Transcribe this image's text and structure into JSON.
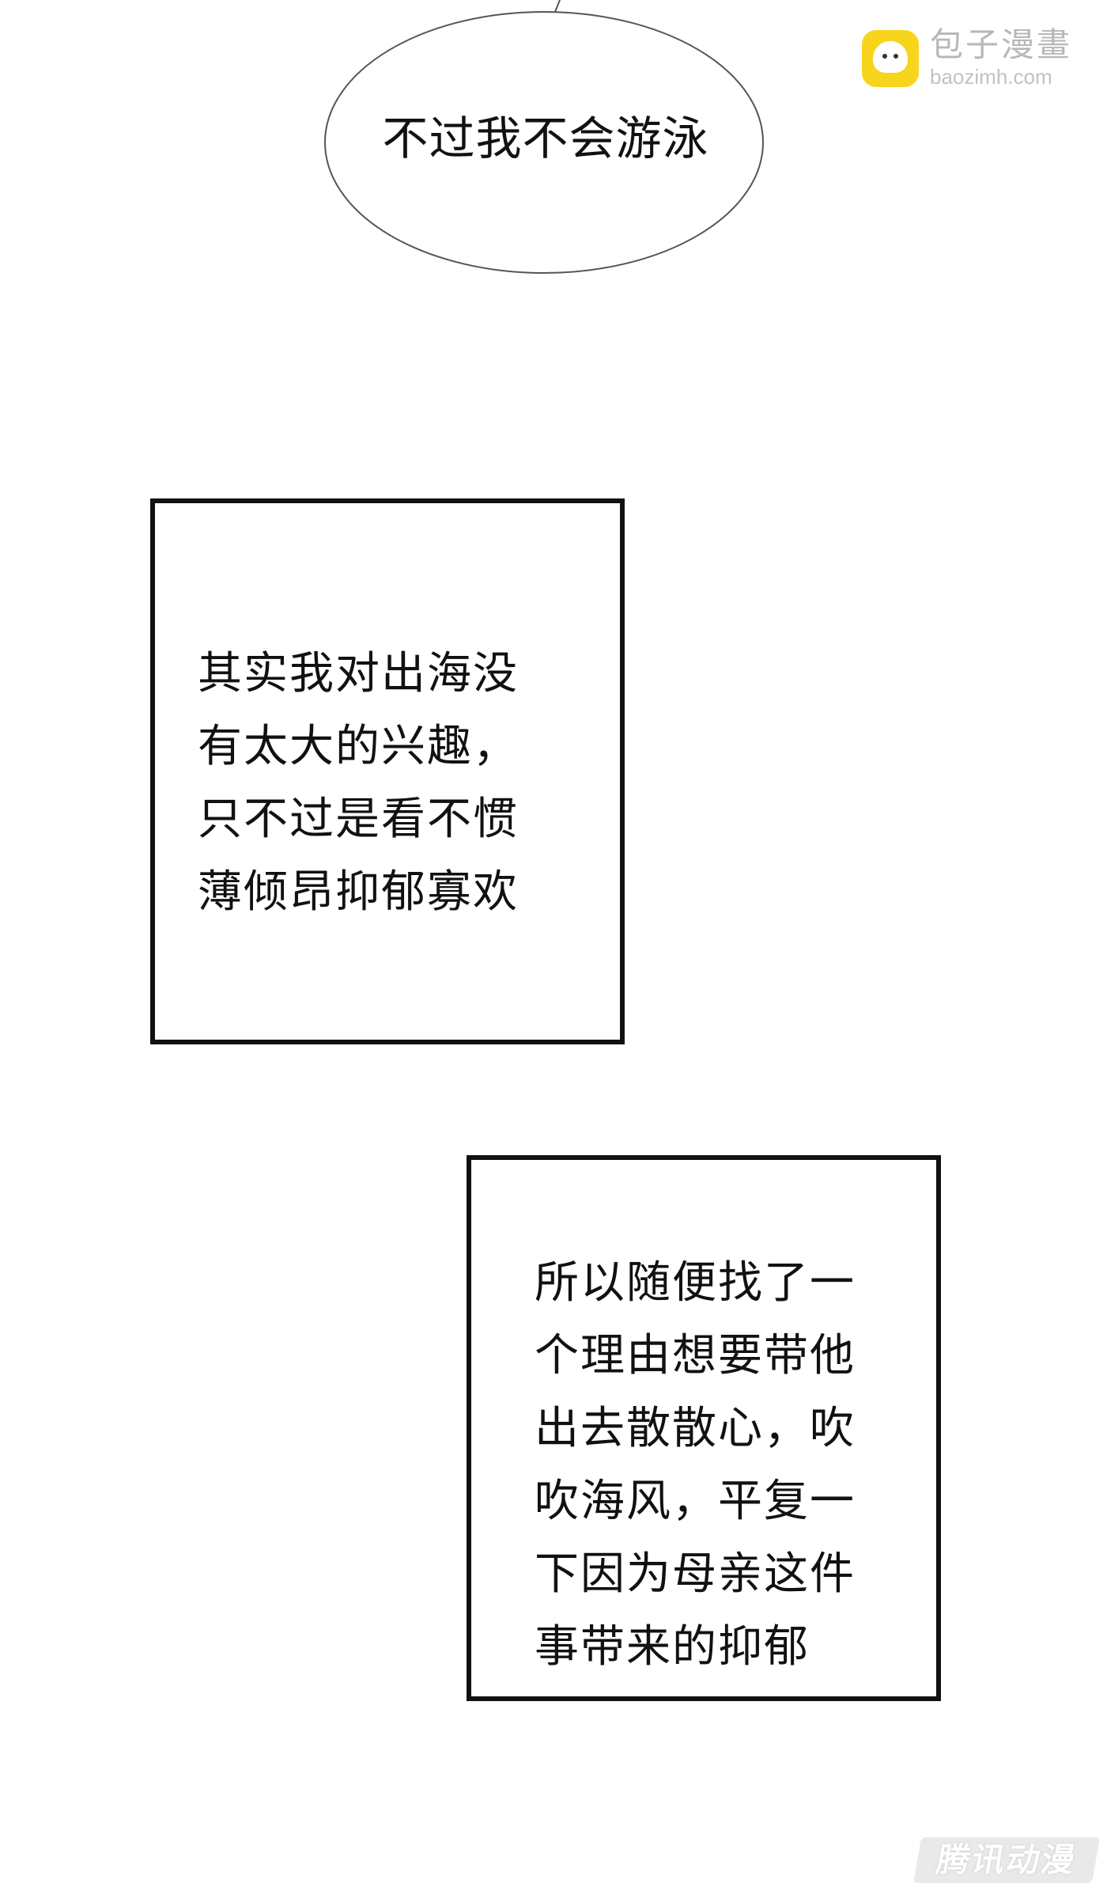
{
  "watermark": {
    "title": "包子漫畫",
    "url": "baozimh.com",
    "badge_color": "#f7d51d",
    "icon": "bun-icon"
  },
  "speech_bubble": {
    "text": "不过我不会游泳"
  },
  "narration": [
    {
      "text": "其实我对出海没\n有太大的兴趣，\n只不过是看不惯\n薄倾昂抑郁寡欢"
    },
    {
      "text": "所以随便找了一\n个理由想要带他\n出去散散心，吹\n吹海风，平复一\n下因为母亲这件\n事带来的抑郁"
    }
  ],
  "corner_watermark": {
    "text": "腾讯动漫"
  }
}
